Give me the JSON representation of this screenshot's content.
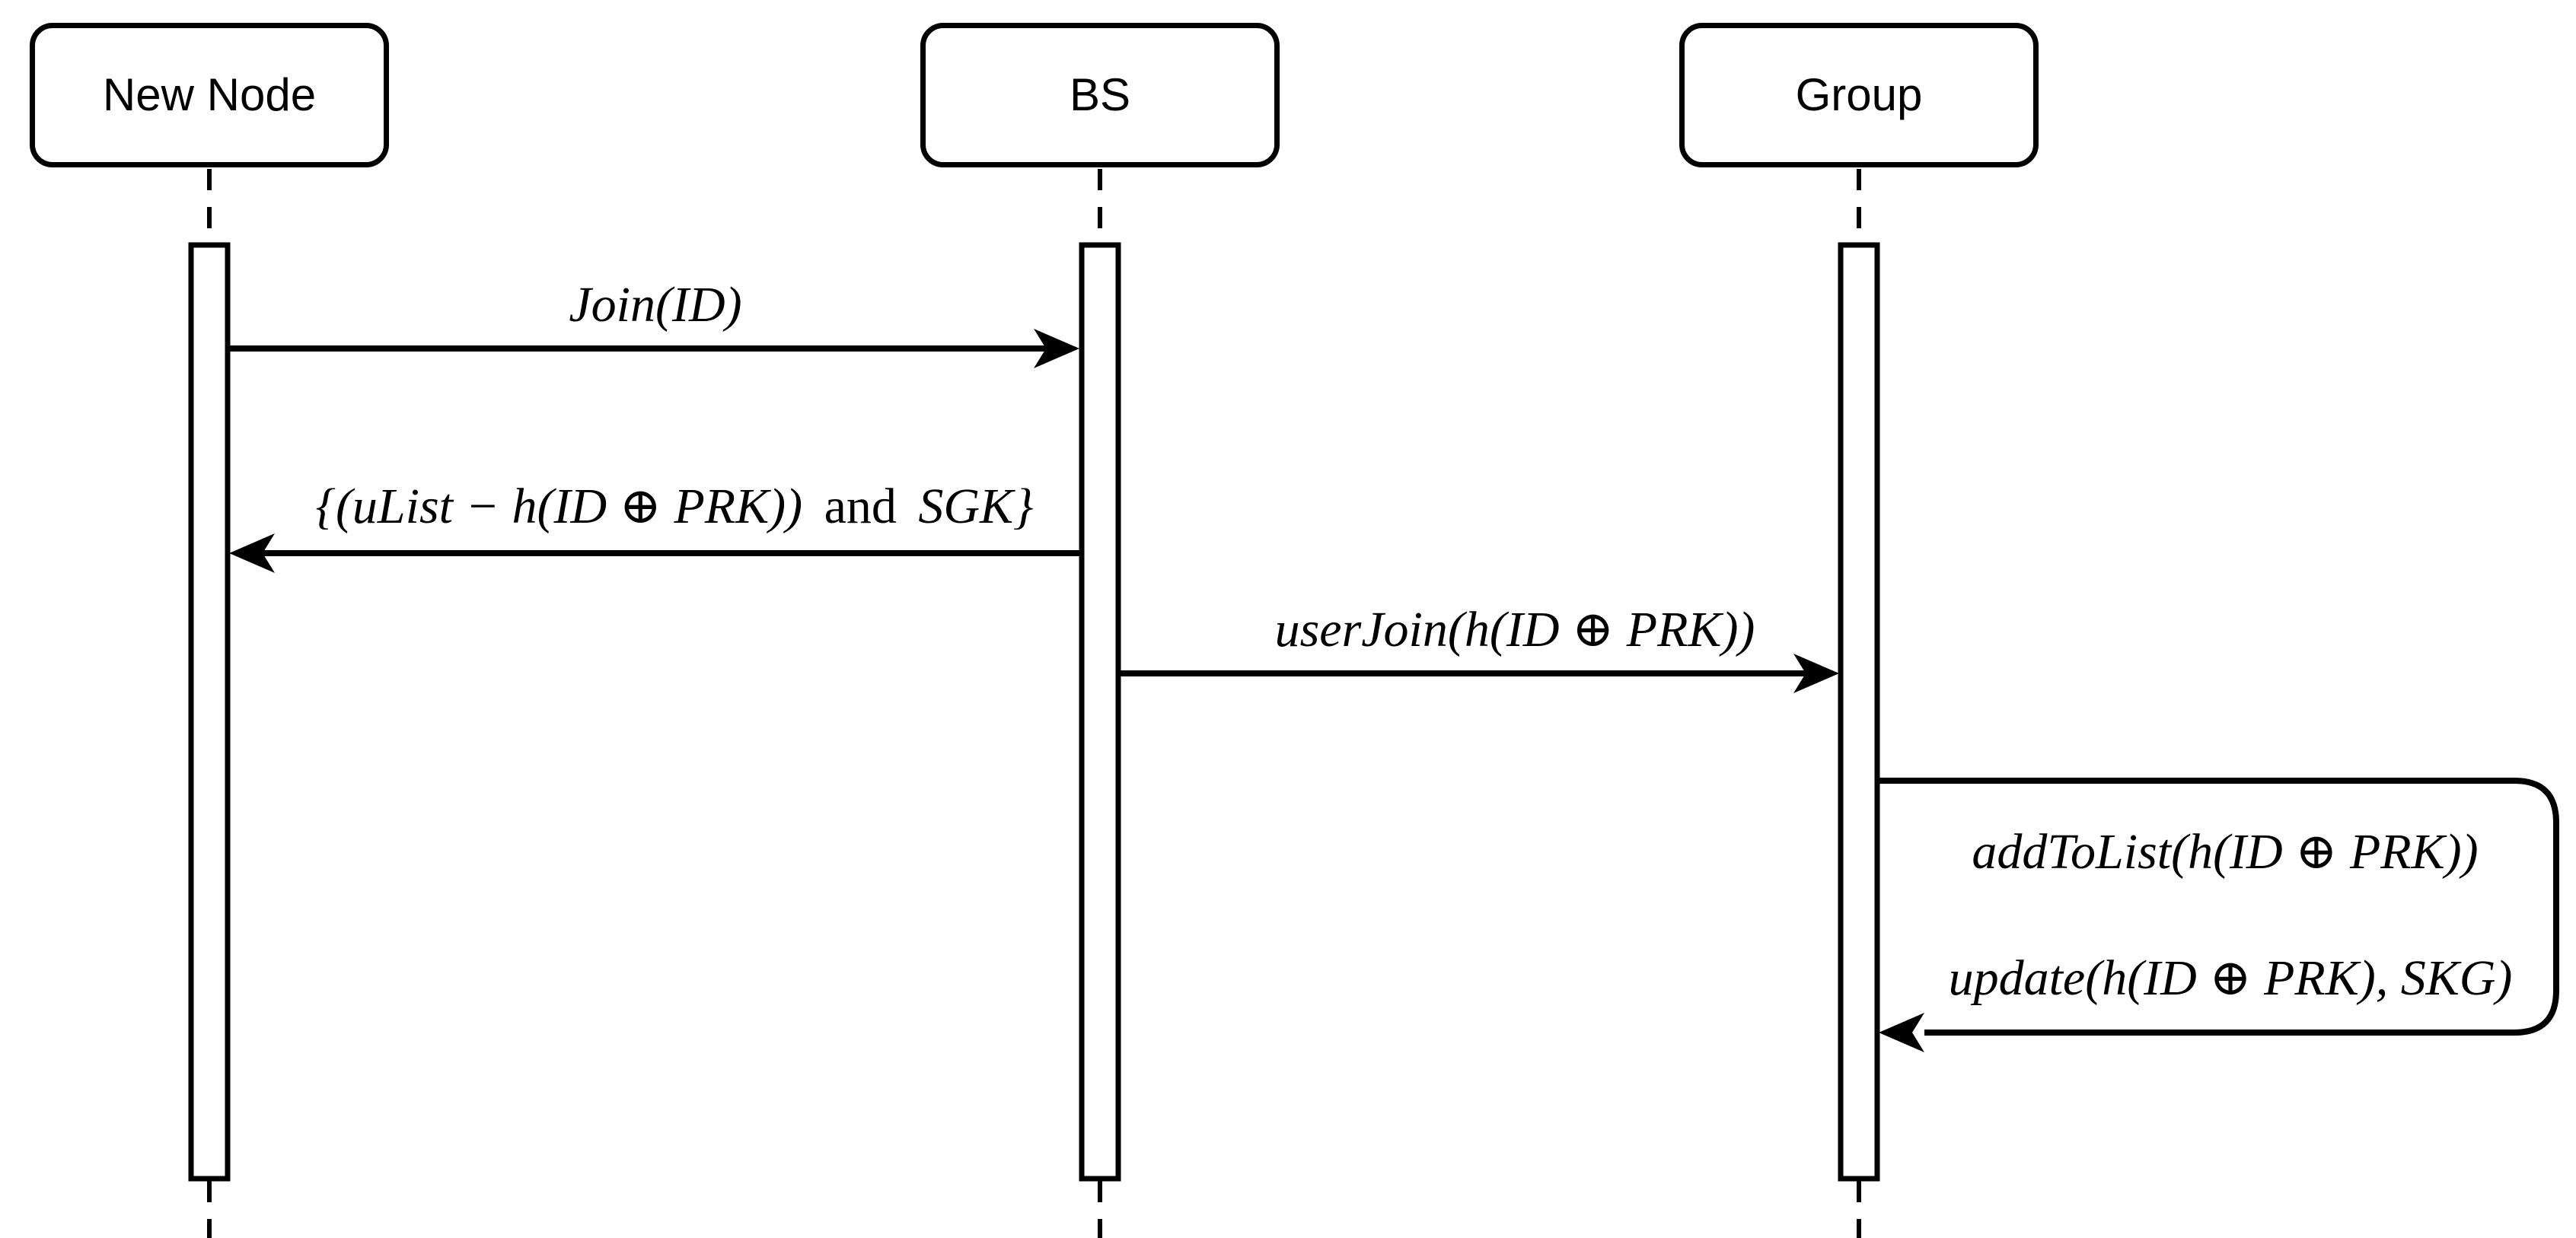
{
  "diagram": {
    "type": "sequence-diagram",
    "colors": {
      "ink": "#000000",
      "background": "#ffffff"
    },
    "actors": [
      {
        "id": "new-node",
        "label": "New Node"
      },
      {
        "id": "bs",
        "label": "BS"
      },
      {
        "id": "group",
        "label": "Group"
      }
    ],
    "messages": [
      {
        "id": "join",
        "from": "New Node",
        "to": "BS",
        "label": "Join(ID)"
      },
      {
        "id": "ulist-response",
        "from": "BS",
        "to": "New Node",
        "parts": [
          {
            "text": "{(uList − h(ID ⊕ PRK)) ",
            "style": "italic"
          },
          {
            "text": "and",
            "style": "roman"
          },
          {
            "text": " SGK}",
            "style": "italic"
          }
        ]
      },
      {
        "id": "user-join",
        "from": "BS",
        "to": "Group",
        "label": "userJoin(h(ID ⊕ PRK))"
      },
      {
        "id": "add-to-list",
        "from": "Group",
        "to": "Group",
        "label": "addToList(h(ID ⊕ PRK))"
      },
      {
        "id": "update",
        "from": "Group",
        "to": "Group",
        "label": "update(h(ID ⊕ PRK), SKG)"
      }
    ]
  }
}
